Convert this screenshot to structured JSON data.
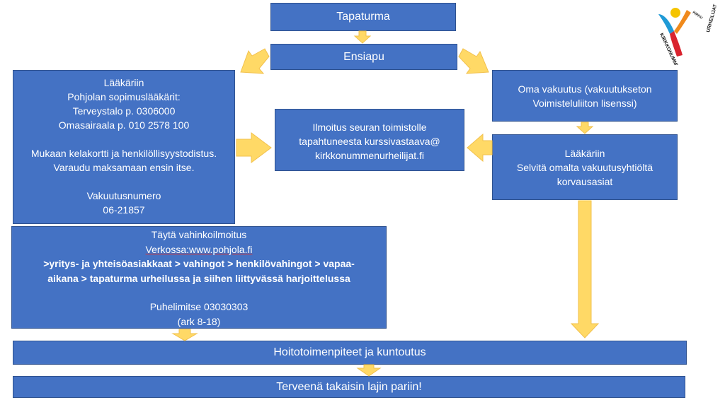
{
  "nodes": {
    "tapaturma": "Tapaturma",
    "ensiapu": "Ensiapu",
    "laakariin_left": {
      "lines": [
        "Lääkäriin",
        "Pohjolan sopimuslääkärit:",
        "Terveystalo p. 0306000",
        "Omasairaala p. 010 2578 100",
        "",
        "Mukaan kelakortti ja henkilöllisyystodistus.",
        "Varaudu maksamaan ensin itse.",
        "",
        "Vakuutusnumero",
        "06-21857"
      ]
    },
    "ilmoitus": {
      "lines": [
        "Ilmoitus seuran toimistolle",
        "tapahtuneesta kurssivastaava@",
        "kirkkonummenurheilijat.fi"
      ]
    },
    "oma_vakuutus": {
      "lines": [
        "Oma vakuutus (vakuutukseton",
        "Voimisteluliiton lisenssi)"
      ]
    },
    "laakariin_right": {
      "lines": [
        "Lääkäriin",
        "Selvitä omalta vakuutusyhtiöltä",
        "korvausasiat"
      ]
    },
    "vahinkoilmoitus": {
      "line1": "Täytä vahinkoilmoitus",
      "line2": "Verkossa:www.pohjola.fi",
      "line3": ">yritys- ja yhteisöasiakkaat > vahingot > henkilövahingot > vapaa-",
      "line4": "aikana > tapaturma urheilussa ja siihen liittyvässä harjoittelussa",
      "line5": "",
      "line6": "Puhelimitse 03030303",
      "line7": "(ark 8-18)"
    },
    "hoitotoimenpiteet": "Hoitotoimenpiteet ja kuntoutus",
    "terveena": "Terveenä takaisin lajin pariin!"
  },
  "logo": {
    "text_left": "KIRKKONUMMEN",
    "text_right": "URHEILIJAT",
    "text_small": "KIRKU",
    "colors": {
      "blue": "#1f9ad6",
      "orange": "#f08a1c",
      "yellow": "#f5c400",
      "red": "#d9232e"
    }
  },
  "colors": {
    "box_fill": "#4472C4",
    "box_border": "#2F528F",
    "arrow_fill": "#FFD966",
    "arrow_stroke": "#F2C14E"
  }
}
